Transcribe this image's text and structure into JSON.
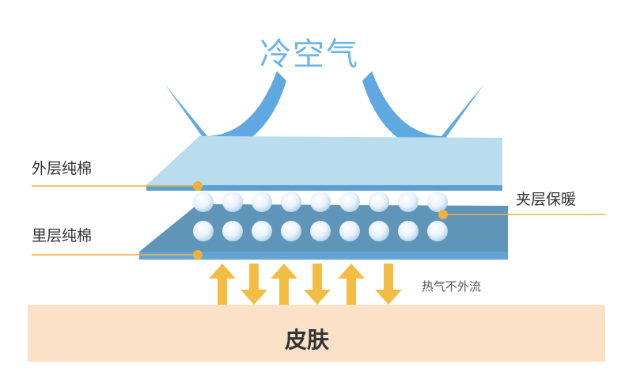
{
  "title": "冷空气",
  "layers": {
    "outer": "外层纯棉",
    "middle": "夹层保暖",
    "inner": "里层纯棉"
  },
  "heat_note": "热气不外流",
  "skin": "皮肤",
  "colors": {
    "cold_air": "#6cb5e6",
    "outer_layer": "#b9dcef",
    "inner_layer": "#5f95b9",
    "arrow": "#f3bd43",
    "skin": "#fbe1c8",
    "leader_line": "#f0b03c"
  }
}
